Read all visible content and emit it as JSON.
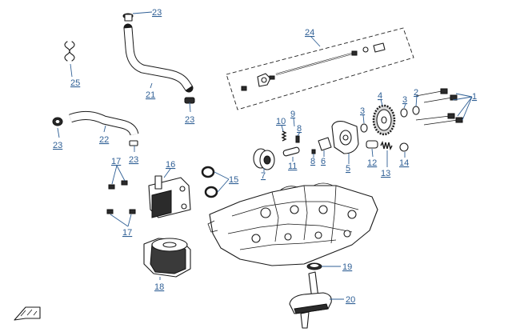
{
  "diagram": {
    "callouts": [
      {
        "id": "c23a",
        "label": "23"
      },
      {
        "id": "c24",
        "label": "24"
      },
      {
        "id": "c25",
        "label": "25"
      },
      {
        "id": "c21",
        "label": "21"
      },
      {
        "id": "c23b",
        "label": "23"
      },
      {
        "id": "c2",
        "label": "2"
      },
      {
        "id": "c1",
        "label": "1"
      },
      {
        "id": "c4",
        "label": "4"
      },
      {
        "id": "c3a",
        "label": "3"
      },
      {
        "id": "c3b",
        "label": "3"
      },
      {
        "id": "c9",
        "label": "9"
      },
      {
        "id": "c10",
        "label": "10"
      },
      {
        "id": "c8",
        "label": "8"
      },
      {
        "id": "c22",
        "label": "22"
      },
      {
        "id": "c23c",
        "label": "23"
      },
      {
        "id": "c23d",
        "label": "23"
      },
      {
        "id": "c7",
        "label": "7"
      },
      {
        "id": "c11",
        "label": "11"
      },
      {
        "id": "c8b",
        "label": "8"
      },
      {
        "id": "c6",
        "label": "6"
      },
      {
        "id": "c5",
        "label": "5"
      },
      {
        "id": "c12",
        "label": "12"
      },
      {
        "id": "c13",
        "label": "13"
      },
      {
        "id": "c14",
        "label": "14"
      },
      {
        "id": "c17a",
        "label": "17"
      },
      {
        "id": "c16",
        "label": "16"
      },
      {
        "id": "c15",
        "label": "15"
      },
      {
        "id": "c17b",
        "label": "17"
      },
      {
        "id": "c18",
        "label": "18"
      },
      {
        "id": "c19",
        "label": "19"
      },
      {
        "id": "c20",
        "label": "20"
      }
    ]
  }
}
